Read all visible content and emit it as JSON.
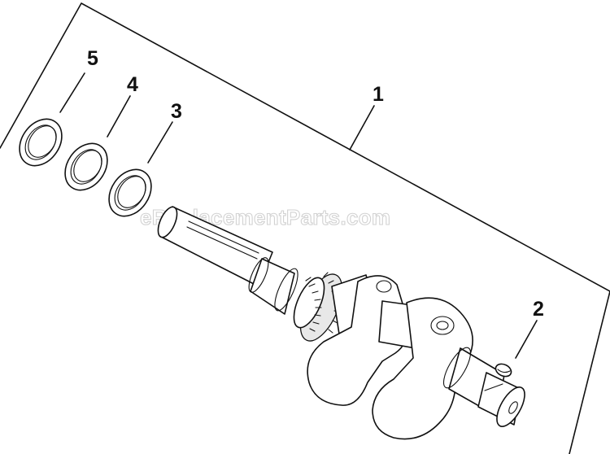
{
  "diagram": {
    "callouts": {
      "item_1": "1",
      "item_2": "2",
      "item_3": "3",
      "item_4": "4",
      "item_5": "5"
    },
    "parts": {
      "item_1": "crankshaft",
      "item_2": "key",
      "item_3": "thrust-washer",
      "item_4": "thrust-washer",
      "item_5": "thrust-washer"
    },
    "watermark": "eReplacementParts.com",
    "colors": {
      "line": "#111111",
      "background": "#ffffff",
      "watermark_outline": "#d2d2d2"
    }
  }
}
